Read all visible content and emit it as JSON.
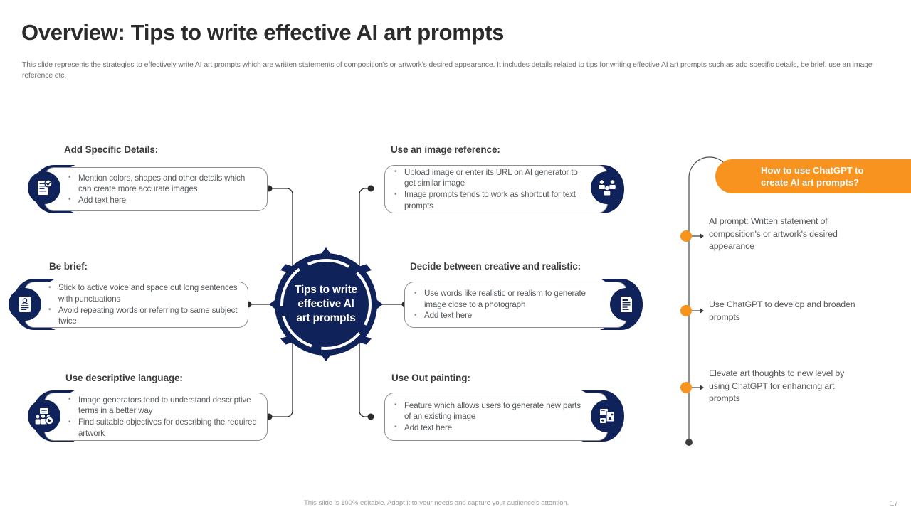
{
  "slide": {
    "title": "Overview: Tips to write effective AI art prompts",
    "subtitle": "This slide represents the strategies to effectively write AI  art prompts which are written statements of composition's or artwork's desired appearance. It includes details related to tips for writing effective AI  art prompts such as add specific details, be brief, use an image reference etc.",
    "footer_note": "This slide is 100% editable.  Adapt it to your needs and capture your audience's attention.",
    "page_number": "17"
  },
  "hub": {
    "line1": "Tips to write",
    "line2": "effective AI",
    "line3": "art prompts"
  },
  "colors": {
    "navy": "#0f2259",
    "orange": "#f7931e",
    "card_border": "#8d8d8d",
    "body_text": "#555a5e",
    "heading_text": "#3c3c3c"
  },
  "cards": [
    {
      "id": "add-specific-details",
      "heading": "Add  Specific Details:",
      "icon": "document-check-icon",
      "icon_side": "left",
      "bullets": [
        "Mention colors, shapes and other details which can create more accurate images",
        "Add text here"
      ]
    },
    {
      "id": "use-an-image-reference",
      "heading": "Use an image reference:",
      "icon": "people-network-icon",
      "icon_side": "right",
      "bullets": [
        "Upload  image or enter its URL  on AI generator  to get similar image",
        "Image  prompts tends to work  as shortcut for text prompts"
      ]
    },
    {
      "id": "be-brief",
      "heading": "Be brief:",
      "icon": "person-document-icon",
      "icon_side": "left",
      "bullets": [
        "Stick to active voice  and space out long sentences with punctuations",
        "Avoid  repeating  words  or referring  to same subject twice"
      ]
    },
    {
      "id": "decide-between-creative-and-realistic",
      "heading": "Decide between creative and realistic:",
      "icon": "document-lines-icon",
      "icon_side": "right",
      "bullets": [
        "Use words  like realistic or realism to generate  image close to a photograph",
        "Add text here"
      ]
    },
    {
      "id": "use-descriptive-language",
      "heading": "Use descriptive language:",
      "icon": "audience-play-icon",
      "icon_side": "left",
      "bullets": [
        "Image  generators  tend to understand descriptive  terms in a better way",
        "Find suitable  objectives  for  describing the required  artwork"
      ]
    },
    {
      "id": "use-out-painting",
      "heading": "Use Out painting:",
      "icon": "image-expand-icon",
      "icon_side": "right",
      "bullets": [
        "Feature which allows  users to generate new parts of an existing image",
        "Add text here"
      ]
    }
  ],
  "right_panel": {
    "banner_line1": "How to use ChatGPT to",
    "banner_line2": "create AI art prompts?",
    "items": [
      "AI prompt: Written statement of composition's or artwork's desired appearance",
      "Use ChatGPT to develop and broaden prompts",
      "Elevate art thoughts to new level by using ChatGPT for enhancing art prompts"
    ]
  }
}
